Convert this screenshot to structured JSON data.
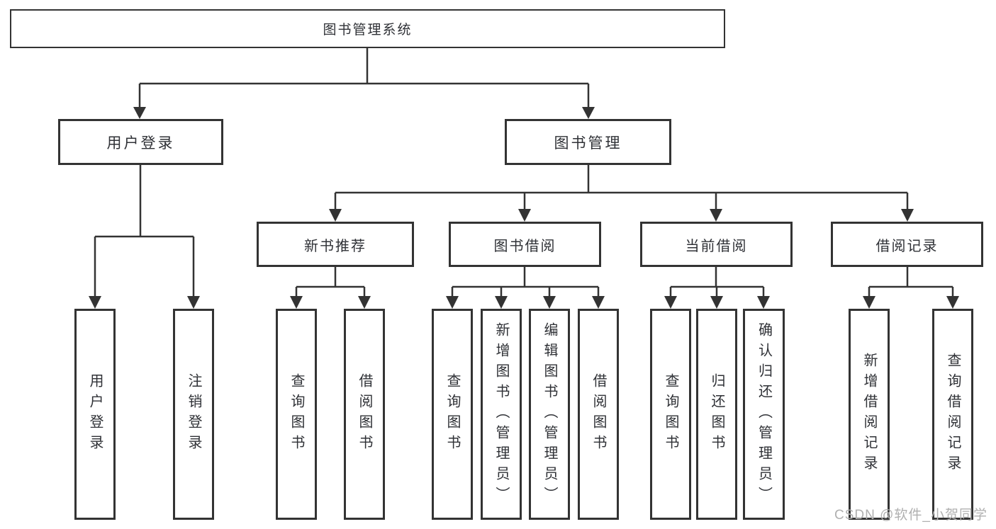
{
  "colors": {
    "line": "#333333",
    "box_border": "#333333",
    "box_bg": "#ffffff",
    "text": "#2f3136",
    "watermark": "#b0b0b0",
    "background": "#ffffff"
  },
  "tree": {
    "root": {
      "label": "图书管理系统"
    },
    "branches": [
      {
        "label": "用户登录",
        "children": [
          {
            "label": "用户登录"
          },
          {
            "label": "注销登录"
          }
        ]
      },
      {
        "label": "图书管理",
        "children": [
          {
            "label": "新书推荐",
            "children": [
              {
                "label": "查询图书"
              },
              {
                "label": "借阅图书"
              }
            ]
          },
          {
            "label": "图书借阅",
            "children": [
              {
                "label": "查询图书"
              },
              {
                "label": "新增图书（管理员）"
              },
              {
                "label": "编辑图书（管理员）"
              },
              {
                "label": "借阅图书"
              }
            ]
          },
          {
            "label": "当前借阅",
            "children": [
              {
                "label": "查询图书"
              },
              {
                "label": "归还图书"
              },
              {
                "label": "确认归还（管理员）"
              }
            ]
          },
          {
            "label": "借阅记录",
            "children": [
              {
                "label": "新增借阅记录"
              },
              {
                "label": "查询借阅记录"
              }
            ]
          }
        ]
      }
    ]
  },
  "watermark": {
    "text": "CSDN @软件_小贺同学"
  }
}
